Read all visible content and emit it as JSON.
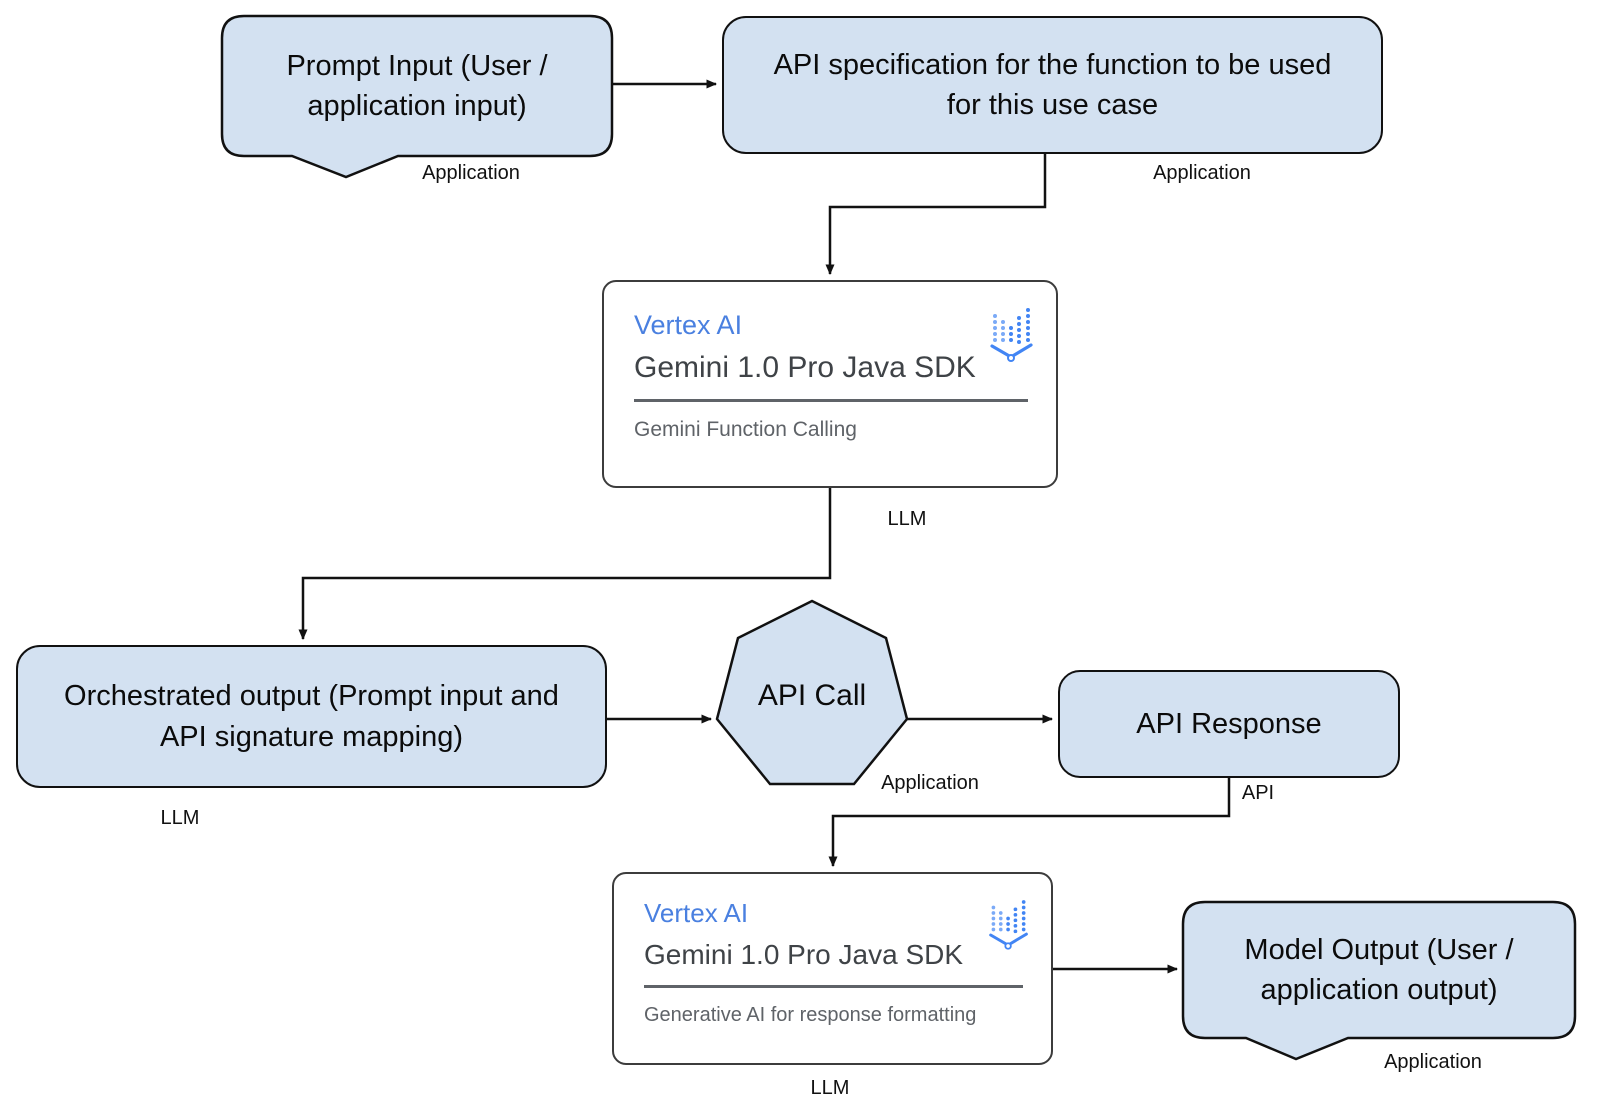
{
  "diagram": {
    "nodes": {
      "prompt_input": {
        "text": "Prompt Input (User / application input)",
        "tag": "Application"
      },
      "api_spec": {
        "text": "API specification for the function to be used for this use case",
        "tag": "Application"
      },
      "llm_function_calling": {
        "heading": "Vertex AI",
        "title": "Gemini 1.0 Pro Java SDK",
        "subtitle": "Gemini Function Calling",
        "tag": "LLM"
      },
      "orchestrated_output": {
        "text": "Orchestrated output (Prompt input and API signature mapping)",
        "tag": "LLM"
      },
      "api_call": {
        "text": "API Call",
        "tag": "Application"
      },
      "api_response": {
        "text": "API Response",
        "tag": "API"
      },
      "llm_response_formatting": {
        "heading": "Vertex AI",
        "title": "Gemini 1.0 Pro Java SDK",
        "subtitle": "Generative AI for response formatting",
        "tag": "LLM"
      },
      "model_output": {
        "text": "Model Output (User / application output)",
        "tag": "Application"
      }
    },
    "colors": {
      "node_fill": "#d3e1f1",
      "node_stroke": "#111111",
      "card_border": "#3c3c3c",
      "vertex_blue": "#4a80e0",
      "icon_blue": "#4285f4",
      "subtitle_gray": "#5f6368"
    }
  }
}
